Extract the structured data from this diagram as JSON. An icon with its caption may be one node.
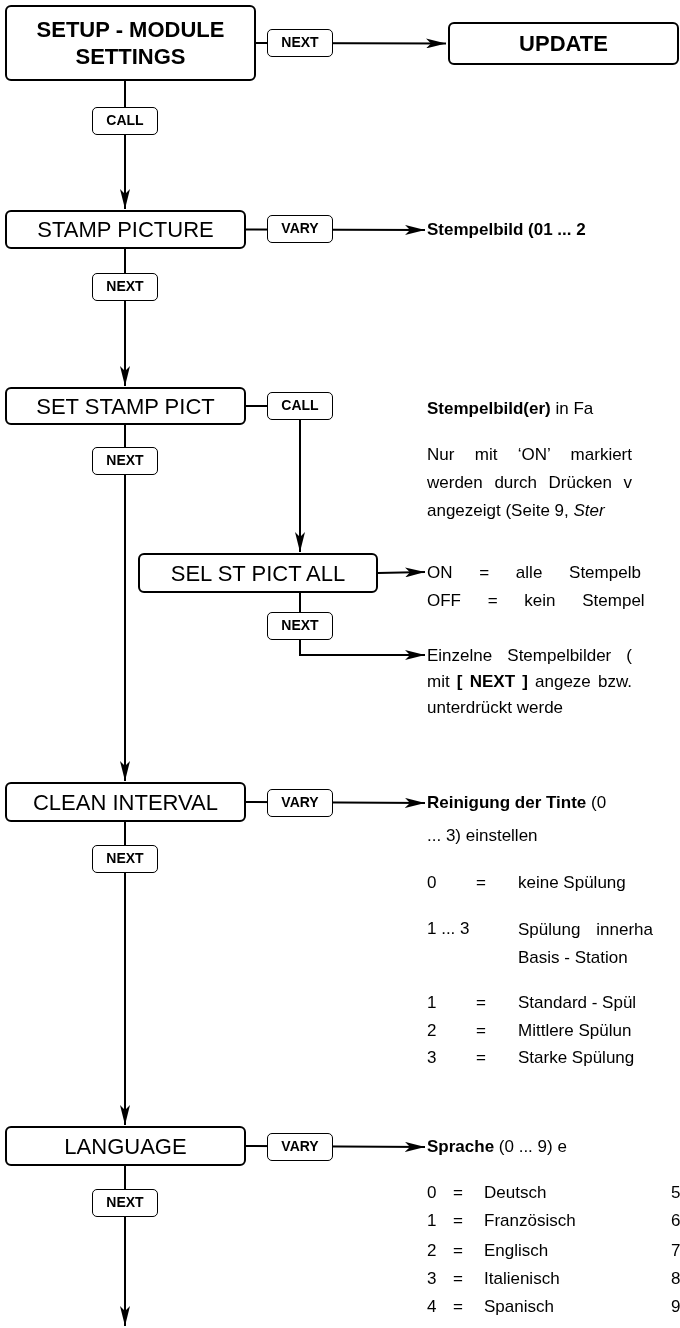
{
  "diagram": {
    "nodes": [
      {
        "text": [
          "SETUP - MODULE SETTINGS"
        ]
      },
      {
        "text": [
          "UPDATE"
        ]
      },
      {
        "text": [
          "STAMP PICTURE"
        ]
      },
      {
        "text": [
          "Stempelbild  (01 ... 2"
        ]
      },
      {
        "text": [
          "SET STAMP PICT"
        ]
      },
      {
        "text": [
          "SEL ST PICT  ALL"
        ]
      },
      {
        "text": [
          "ON = alle Stempelb",
          "OFF = kein Stempel"
        ]
      },
      {
        "text": [
          "Einzelne Stempelbilder ( mit **[ NEXT ]** angeze bzw. unterdrückt werde"
        ]
      },
      {
        "text": [
          "CLEAN INTERVAL"
        ]
      },
      {
        "text": [
          "**Reinigung der Tinte** (0 ... 3) einstellen"
        ]
      },
      {
        "text": [
          "LANGUAGE"
        ]
      },
      {
        "text": [
          "**Sprache** (0 ... 9) e"
        ]
      }
    ],
    "edges": [
      {
        "from": 0,
        "to": 1,
        "arrow": "to",
        "label": "NEXT"
      },
      {
        "from": 0,
        "to": 2,
        "arrow": "to",
        "label": "CALL"
      },
      {
        "from": 2,
        "to": 3,
        "arrow": "to",
        "label": "VARY"
      },
      {
        "from": 2,
        "to": 4,
        "arrow": "to",
        "label": "NEXT"
      },
      {
        "from": 4,
        "to": 5,
        "arrow": "to",
        "label": "CALL"
      },
      {
        "from": 5,
        "to": 6,
        "arrow": "to"
      },
      {
        "from": 5,
        "to": 7,
        "arrow": "to",
        "label": "NEXT"
      },
      {
        "from": 4,
        "to": 8,
        "arrow": "to",
        "label": "NEXT"
      },
      {
        "from": 8,
        "to": 9,
        "arrow": "to",
        "label": "VARY"
      },
      {
        "from": 8,
        "to": 10,
        "arrow": "to",
        "label": "NEXT"
      },
      {
        "from": 10,
        "to": 11,
        "arrow": "to",
        "label": "VARY"
      },
      {
        "from": 10,
        "to": null,
        "arrow": "to",
        "label": "NEXT"
      }
    ],
    "labels": [
      "**Stempelbild(er)** in Fa",
      "Nur mit ‘ON’ markiert werden durch Drücken v angezeigt (Seite 9, *Ster*",
      "0",
      "=",
      "keine Spülung",
      "1 ... 3",
      "Spülung innerha Basis - Station",
      "1",
      "=",
      "Standard - Spül",
      "2",
      "=",
      "Mittlere Spülun",
      "3",
      "=",
      "Starke Spülung",
      "0",
      "=",
      "Deutsch",
      "5",
      "1",
      "=",
      "Französisch",
      "6",
      "2",
      "=",
      "Englisch",
      "7",
      "3",
      "=",
      "Italienisch",
      "8",
      "4",
      "=",
      "Spanisch",
      "9"
    ]
  }
}
